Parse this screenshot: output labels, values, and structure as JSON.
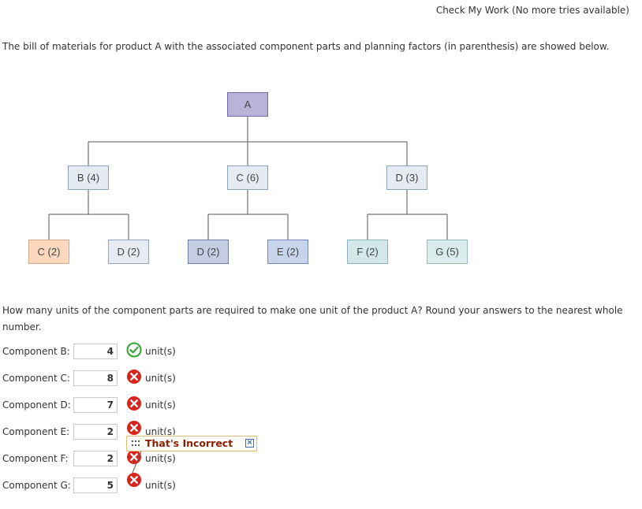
{
  "header": {
    "check_work": "Check My Work (No more tries available)"
  },
  "intro_text": "The bill of materials for product A with the associated component parts and planning factors (in parenthesis) are showed below.",
  "bom": {
    "root": "A",
    "level1": [
      "B (4)",
      "C (6)",
      "D (3)"
    ],
    "level2": [
      "C (2)",
      "D (2)",
      "D (2)",
      "E (2)",
      "F (2)",
      "G (5)"
    ]
  },
  "question": "How many units of the component parts are required to make one unit of the product A? Round your answers to the nearest whole number.",
  "answers": [
    {
      "label": "Component B:",
      "value": "4",
      "status": "correct",
      "unit": "unit(s)"
    },
    {
      "label": "Component C:",
      "value": "8",
      "status": "incorrect",
      "unit": "unit(s)"
    },
    {
      "label": "Component D:",
      "value": "7",
      "status": "incorrect",
      "unit": "unit(s)"
    },
    {
      "label": "Component E:",
      "value": "2",
      "status": "incorrect",
      "unit": "unit(s)"
    },
    {
      "label": "Component F:",
      "value": "2",
      "status": "incorrect",
      "unit": "unit(s)"
    },
    {
      "label": "Component G:",
      "value": "5",
      "status": "incorrect",
      "unit": "unit(s)"
    }
  ],
  "feedback_popup": {
    "text": "That's Incorrect",
    "close_icon": "close-icon"
  },
  "colors": {
    "correct": "#2fa52f",
    "incorrect": "#d9241c",
    "popup_text": "#8a1e00"
  }
}
